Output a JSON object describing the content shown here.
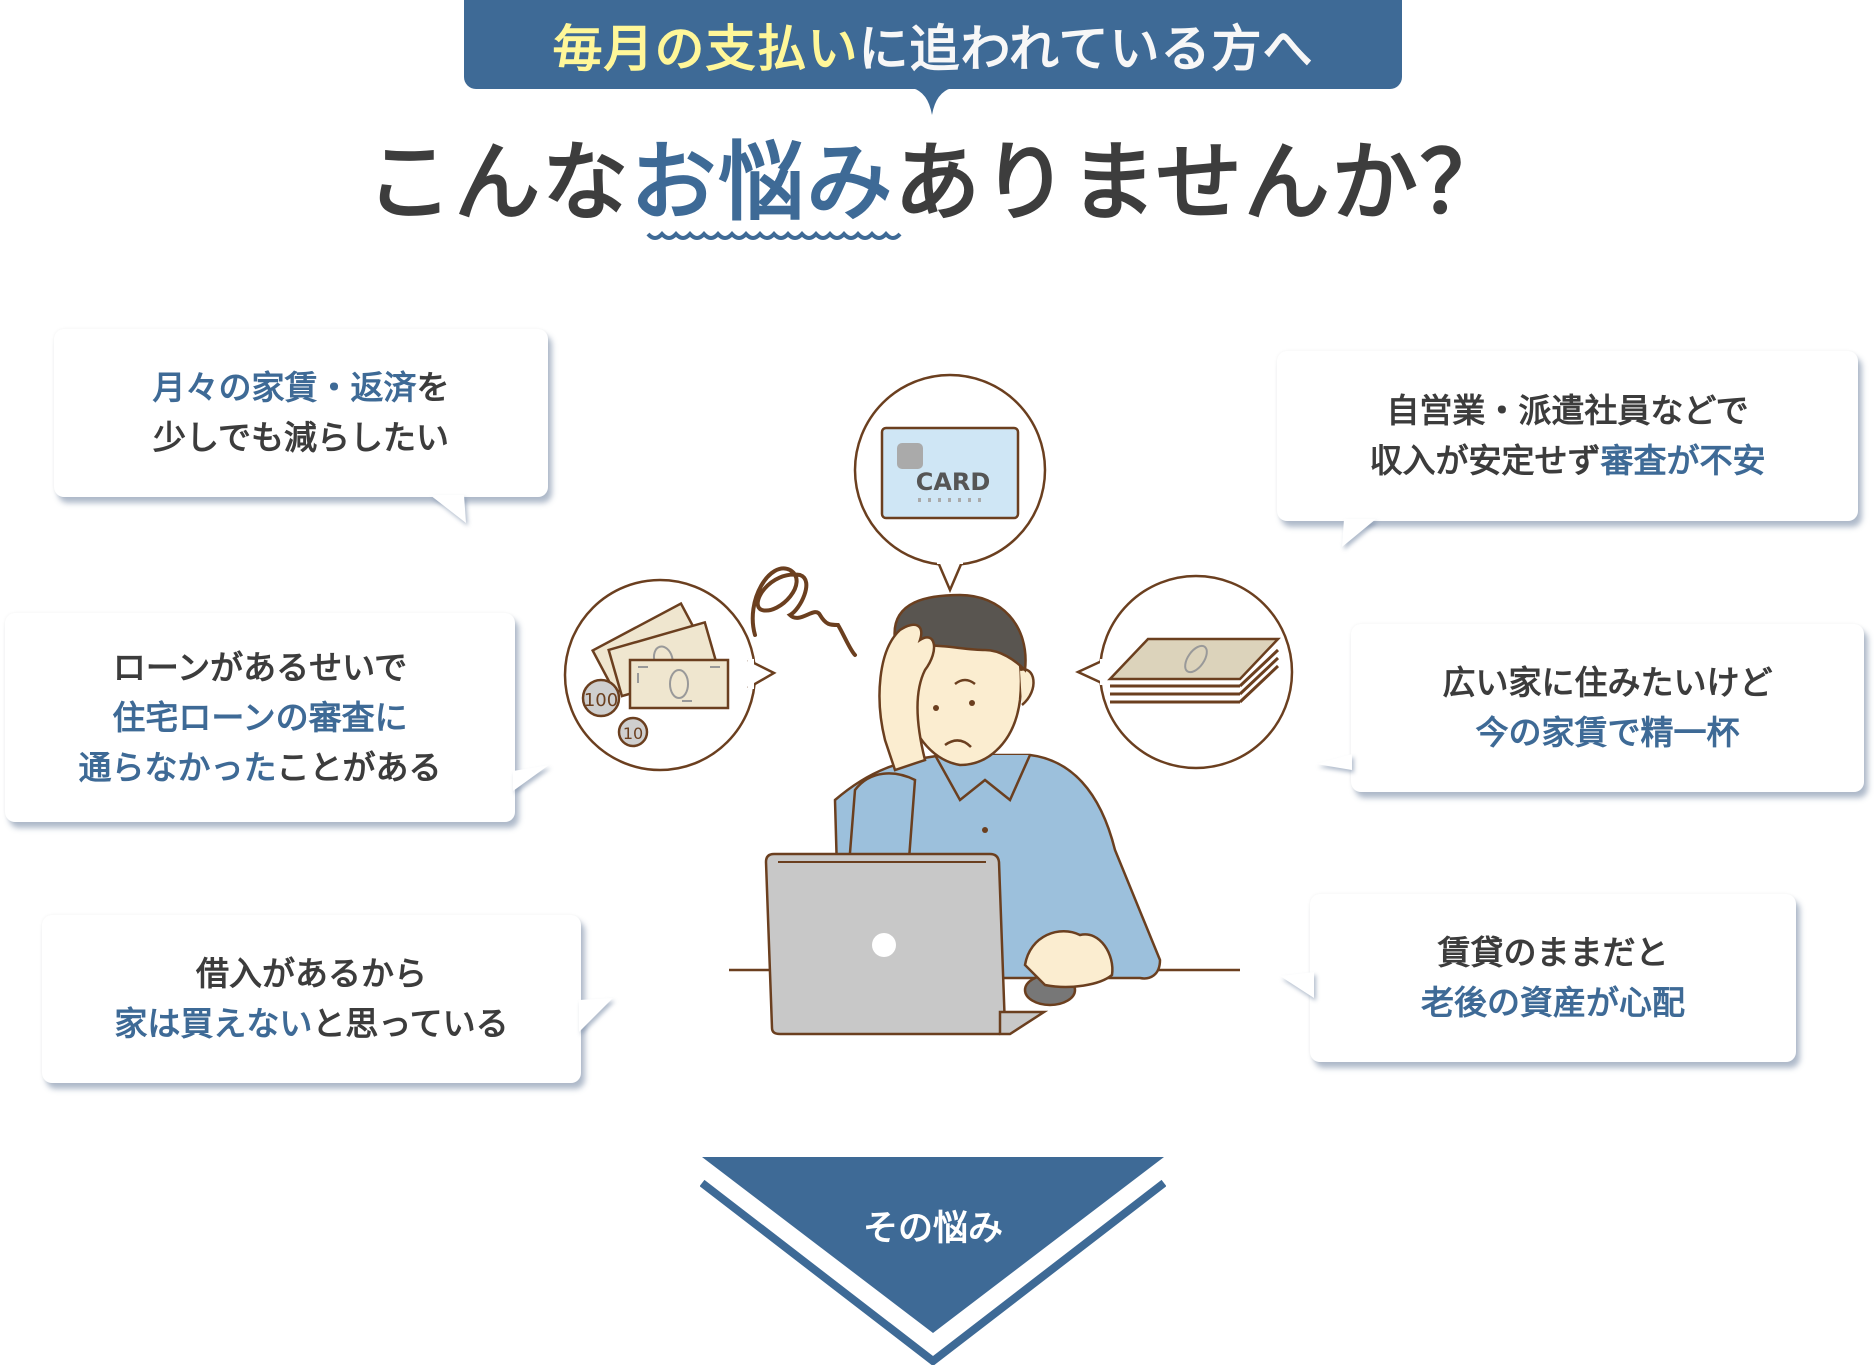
{
  "banner": {
    "highlight": "毎月の支払い",
    "rest": "に追われている方へ"
  },
  "heading": {
    "before": "こんな",
    "highlight": "お悩み",
    "after": "ありませんか？"
  },
  "bubbles": [
    {
      "id": "rent-repayment",
      "lines": [
        [
          {
            "t": "月々の家賃・返済",
            "blue": true
          },
          {
            "t": "を",
            "blue": false
          }
        ],
        [
          {
            "t": "少しでも減らしたい",
            "blue": false
          }
        ]
      ]
    },
    {
      "id": "self-employed",
      "lines": [
        [
          {
            "t": "自営業・派遣社員などで",
            "blue": false
          }
        ],
        [
          {
            "t": "収入が安定せず",
            "blue": false
          },
          {
            "t": "審査が不安",
            "blue": true
          }
        ]
      ]
    },
    {
      "id": "loan-rejected",
      "lines": [
        [
          {
            "t": "ローンがあるせいで",
            "blue": false
          }
        ],
        [
          {
            "t": "住宅ローンの審査に",
            "blue": true
          }
        ],
        [
          {
            "t": "通らなかった",
            "blue": true
          },
          {
            "t": "ことがある",
            "blue": false
          }
        ]
      ]
    },
    {
      "id": "bigger-house",
      "lines": [
        [
          {
            "t": "広い家に住みたいけど",
            "blue": false
          }
        ],
        [
          {
            "t": "今の家賃で精一杯",
            "blue": true
          }
        ]
      ]
    },
    {
      "id": "debt-no-house",
      "lines": [
        [
          {
            "t": "借入があるから",
            "blue": false
          }
        ],
        [
          {
            "t": "家は買えない",
            "blue": true
          },
          {
            "t": "と思っている",
            "blue": false
          }
        ]
      ]
    },
    {
      "id": "retirement-assets",
      "lines": [
        [
          {
            "t": "賃貸のままだと",
            "blue": false
          }
        ],
        [
          {
            "t": "老後の資産が心配",
            "blue": true
          }
        ]
      ]
    }
  ],
  "illustration": {
    "card_label": "CARD",
    "coin_100": "100",
    "coin_10": "10"
  },
  "arrow": {
    "label": "その悩み"
  },
  "colors": {
    "brand_blue": "#3e6a96",
    "highlight_yellow": "#fff799",
    "text_dark": "#3c3c3c",
    "outline_brown": "#6b3f1f",
    "shirt_blue": "#9cc0dc",
    "skin": "#fbedd0",
    "card_blue": "#cfe6f5",
    "laptop_gray": "#c8c8c8"
  }
}
